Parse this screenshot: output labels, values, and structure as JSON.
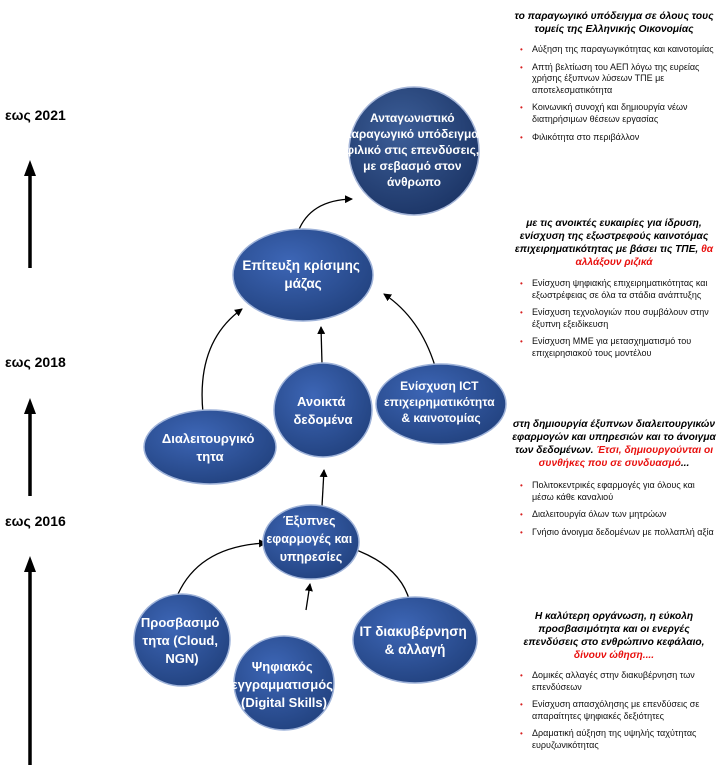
{
  "timeline": {
    "labels": [
      "εως 2021",
      "εως 2018",
      "εως 2016"
    ]
  },
  "nodes": {
    "top": [
      "Ανταγωνιστικό",
      "παραγωγικό υπόδειγμα,",
      "φιλικό στις επενδύσεις,",
      "με σεβασμό στον",
      "άνθρωπο"
    ],
    "critical_mass": [
      "Επίτευξη κρίσιμης",
      "μάζας"
    ],
    "open_data": [
      "Ανοικτά",
      "δεδομένα"
    ],
    "ict": [
      "Ενίσχυση ICT",
      "επιχειρηματικότητα",
      "& καινοτομίας"
    ],
    "interop": [
      "Διαλειτουργικό",
      "τητα"
    ],
    "smart_apps": [
      "Έξυπνες",
      "εφαρμογές και",
      "υπηρεσίες"
    ],
    "access": [
      "Προσβασιμό",
      "τητα (Cloud,",
      "NGN)"
    ],
    "digital": [
      "Ψηφιακός",
      "εγγραμματισμός",
      "(Digital Skills)"
    ],
    "it_gov": [
      "IT διακυβέρνηση",
      "& αλλαγή"
    ]
  },
  "colors": {
    "node_fill": "#2b4f95",
    "node_stroke": "#9fb3d9",
    "accent_red": "#e8100e",
    "bullet": "#d81f1f"
  },
  "panel": {
    "section1": {
      "heading": "το παραγωγικό υπόδειγμα σε όλους τους τομείς της Ελληνικής Οικονομίας",
      "items": [
        "Αύξηση της παραγωγικότητας και καινοτομίας",
        "Απτή βελτίωση του ΑΕΠ λόγω της ευρείας χρήσης έξυπνων λύσεων ΤΠΕ με αποτελεσματικότητα",
        "Κοινωνική συνοχή και δημιουργία νέων διατηρήσιμων θέσεων εργασίας",
        "Φιλικότητα στο περιβάλλον"
      ]
    },
    "section2": {
      "heading": "με τις ανοικτές ευκαιρίες για ίδρυση, ενίσχυση της εξωστρεφούς καινοτόμας επιχειρηματικότητας με βάσει τις ΤΠΕ,",
      "heading_red": "θα αλλάξουν ριζικά",
      "items": [
        "Ενίσχυση ψηφιακής επιχειρηματικότητας και εξωστρέφειας σε όλα τα στάδια ανάπτυξης",
        "Ενίσχυση τεχνολογιών που συμβάλουν στην έξυπνη εξειδίκευση",
        "Ενίσχυση ΜΜΕ για μετασχηματισμό του επιχειρησιακού τους μοντέλου"
      ]
    },
    "section3": {
      "heading": "στη δημιουργία έξυπνων διαλειτουργικών εφαρμογών και υπηρεσιών και το άνοιγμα των δεδομένων.",
      "heading_red": "Έτσι, δημιουργούνται οι συνθήκες που σε συνδυασμό",
      "heading_tail": "...",
      "items": [
        "Πολιτοκεντρικές εφαρμογές για όλους και μέσω κάθε καναλιού",
        "Διαλειτουργία όλων των μητρώων",
        "Γνήσιο άνοιγμα δεδομένων με πολλαπλή αξία"
      ]
    },
    "section4": {
      "heading": "Η καλύτερη οργάνωση, η εύκολη προσβασιμότητα και οι ενεργές επενδύσεις στο ενθρώπινο κεφάλαιο,",
      "heading_red": "δίνουν ώθηση....",
      "items": [
        "Δομικές αλλαγές στην διακυβέρνηση των επενδύσεων",
        "Ενίσχυση απασχόλησης με επενδύσεις σε απαραίτητες ψηφιακές δεξιότητες",
        "Δραματική αύξηση της υψηλής ταχύτητας ευρυζωνικότητας"
      ]
    }
  }
}
